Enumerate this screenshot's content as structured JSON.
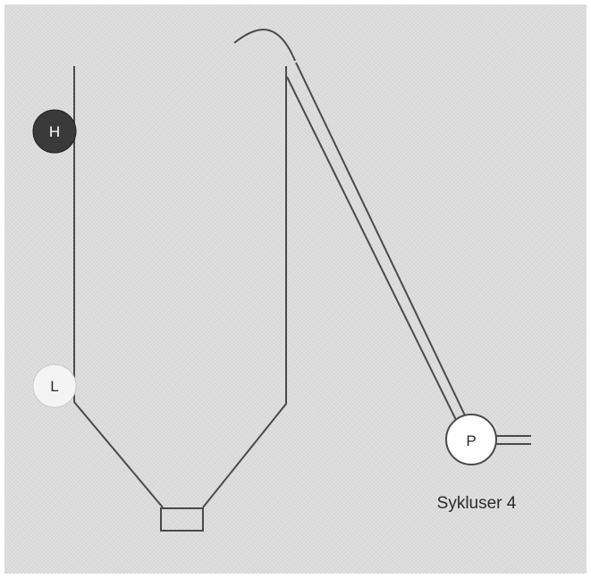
{
  "diagram": {
    "level_high": {
      "label": "H",
      "state": "active",
      "fill_color": "#3a3a3a",
      "text_color": "#ffffff"
    },
    "level_low": {
      "label": "L",
      "state": "inactive",
      "fill_color": "#f4f4f4",
      "text_color": "#2a2a2a"
    },
    "pump": {
      "label": "P",
      "fill_color": "#ffffff"
    },
    "caption": "Sykluser 4",
    "line_color": "#4a4a4a",
    "background_color": "#dcdcdc"
  }
}
